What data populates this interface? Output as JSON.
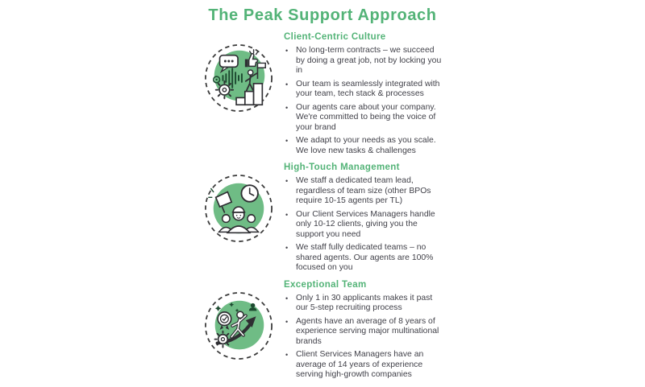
{
  "page": {
    "title": "The Peak Support Approach"
  },
  "ui": {
    "bullet_char": "•"
  },
  "theme": {
    "heading_green": "#53b377",
    "icon_fill_green": "#6fbc85",
    "icon_outline": "#2f2f33",
    "body_text": "#414149",
    "background": "#ffffff"
  },
  "sections": [
    {
      "heading": "Client-Centric Culture",
      "icon": "growth-chart-flag-illustration",
      "bullets": [
        "No long-term contracts – we succeed by doing a great job, not by locking you in",
        "Our team is seamlessly integrated with your team, tech stack & processes",
        "Our agents care about your company. We're committed to being the voice of your brand",
        "We adapt to your needs as you scale. We love new tasks & challenges"
      ]
    },
    {
      "heading": "High-Touch Management",
      "icon": "team-clock-megaphone-illustration",
      "bullets": [
        "We staff a dedicated team lead, regardless of team size (other BPOs require 10-15 agents per TL)",
        "Our Client Services Managers handle only 10-12 clients, giving you the support you need",
        "We staff fully dedicated teams – no shared agents. Our agents are 100% focused on you"
      ]
    },
    {
      "heading": "Exceptional Team",
      "icon": "person-arrow-medal-illustration",
      "bullets": [
        "Only 1 in 30 applicants makes it past our 5-step recruiting process",
        "Agents have an average of 8 years of experience serving major multinational brands",
        "Client Services Managers have an average of 14 years of experience serving high-growth companies"
      ]
    }
  ]
}
